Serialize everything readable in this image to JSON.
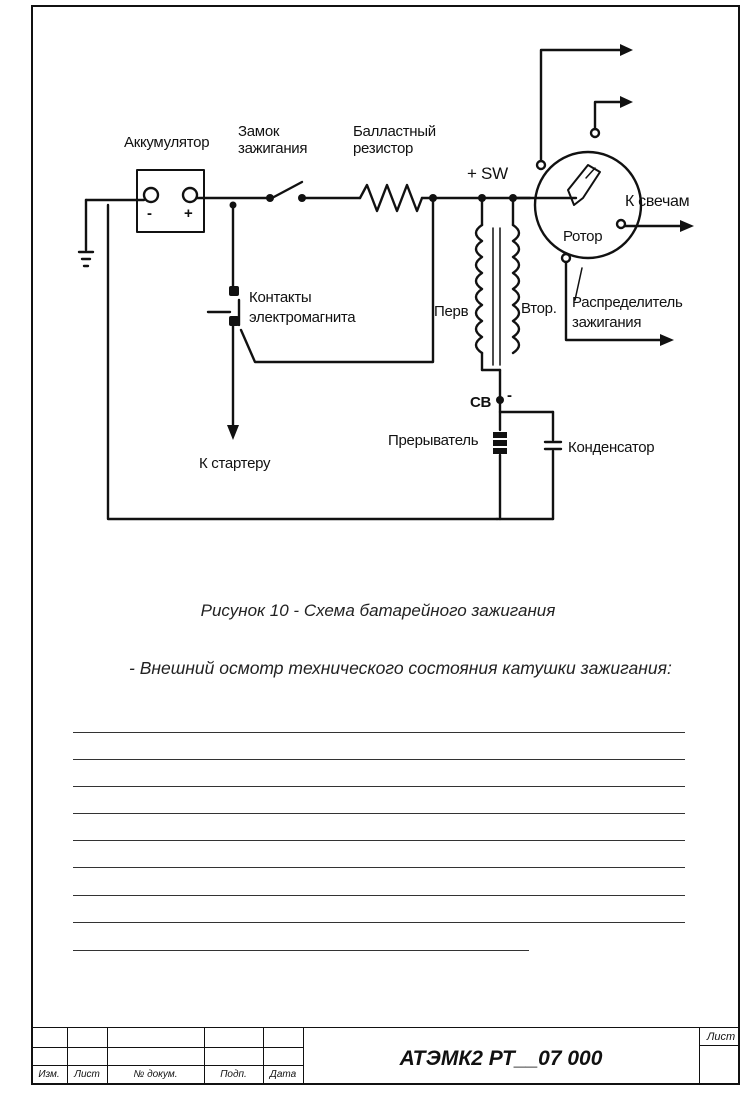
{
  "diagram": {
    "labels": {
      "battery": "Аккумулятор",
      "ignition_lock": "Замок\nзажигания",
      "ballast_resistor": "Балластный\nрезистор",
      "sw": "+ SW",
      "to_plugs": "К свечам",
      "rotor": "Ротор",
      "distributor": "Распределитель\nзажигания",
      "relay_contacts": "Контакты\nэлектромагнита",
      "primary": "Перв",
      "secondary": "Втор.",
      "cb": "CB",
      "cb_minus": "-",
      "breaker": "Прерыватель",
      "capacitor": "Конденсатор",
      "to_starter": "К стартеру",
      "battery_minus": "-",
      "battery_plus": "+"
    }
  },
  "caption": "Рисунок 10 - Схема батарейного зажигания",
  "paragraph": "- Внешний осмотр технического состояния катушки зажигания:",
  "stamp": {
    "col_izm": "Изм.",
    "col_list": "Лист",
    "col_doc": "№ докум.",
    "col_sign": "Подп.",
    "col_date": "Дата",
    "doc_number": "АТЭМК2 РТ__07 000",
    "sheet_label": "Лист"
  }
}
